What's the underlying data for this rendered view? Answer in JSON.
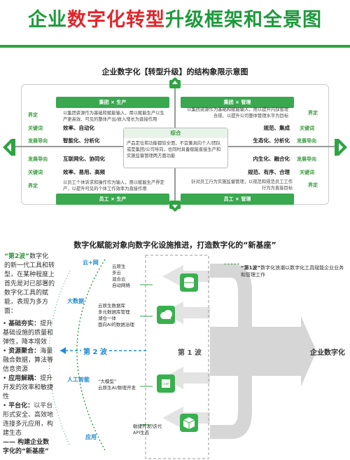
{
  "header": {
    "title_part1": "企业",
    "title_red": "数字化转型",
    "title_part2": "升级框架和全景图"
  },
  "top_section": {
    "subtitle": "企业数字化【转型升级】的结构象限示意图",
    "quadrants": {
      "top_left": {
        "bar": "集团 × 生产",
        "define_label": "界定",
        "define_text": "以集团资源作为基础和赋能输入，用以赋能生产以生产更高效、可见的整体产出/收入增长为直接作用",
        "keyword_label": "关键词",
        "keyword_text": "效率、自动化",
        "direction_label": "发展导向",
        "direction_text": "智能化、分析化"
      },
      "top_right": {
        "bar": "集团 × 管理",
        "define_label": "界定",
        "define_text": "以集团资源作为基础和赋能输入，用以提升内部管理合规、以提升公司整体管理水平为目标",
        "keyword_label": "关键词",
        "keyword_text": "规范、集成",
        "direction_label": "发展导向",
        "direction_text": "生态化、分析化"
      },
      "bottom_left": {
        "bar": "员工 × 生产",
        "direction_label": "发展导向",
        "direction_text": "互联网化、协同化",
        "keyword_label": "关键词",
        "keyword_text": "效率、易用、高频",
        "define_label": "界定",
        "define_text": "以员工个体诉求和操作作为输入，用以赋能生产界定产，以提升可见的个体工作效率为直接作用"
      },
      "bottom_right": {
        "bar": "员工 × 管理",
        "direction_label": "发展导向",
        "direction_text": "内生化、融合化",
        "keyword_label": "关键词",
        "keyword_text": "规范、有序、合理",
        "define_label": "界定",
        "define_text": "针对员工行为实施监督管理，以规范和规范员工工作行为为直接目标"
      }
    },
    "center": {
      "heading": "综合",
      "text": "产品定位和功能都较全面，不宜兼具向个人/团队或是集团/公司导向，也同时具备赋能直接生产和实施监督管理两方面功能"
    }
  },
  "bottom_section": {
    "subtitle": "数字化赋能对象向数字化设施推进，打造数字化的“新基座”",
    "wave2_intro_quote": "“第2波”",
    "wave2_intro_rest": "数字化的新一代工具和转型，在某种程度上首先是对已部署的数字化工具的赋能，表现为多方面：",
    "bullets": [
      {
        "head": "基础夯实：",
        "text": "提升基础设施的质量和弹性，降本增效"
      },
      {
        "head": "资源聚合：",
        "text": "海量融合数据，算法等信息资源"
      },
      {
        "head": "应用解耦：",
        "text": "提升开发的效率和敏捷性"
      },
      {
        "head": "平台化：",
        "text": "以平台形式安全、高效地连接多元应用，构建生态"
      }
    ],
    "wave2_conclusion": "—— 构建企业数字化的“新基座”",
    "wave2_label": "第 2 波",
    "wave1_label": "第 1 波",
    "target": "企业数字化",
    "wave1_note_quote": "“第1波”",
    "wave1_note_rest": "数字化浪潮以数字化工具赋能企业业务和管理工作",
    "categories": [
      {
        "name": "云+网",
        "items": [
          "云原生",
          "多云",
          "混合云",
          "自动网络"
        ]
      },
      {
        "name": "大数据",
        "items": [
          "云原生数据库",
          "多元数据库管理",
          "湖仓一体",
          "面向AI的数据治理"
        ]
      },
      {
        "name": "人工智能",
        "items": [
          "“大模型”",
          "云原生AI/数理开发"
        ]
      },
      {
        "name": "应用",
        "items": [
          "敏捷开发/迭代",
          "API生态"
        ]
      }
    ],
    "icons": [
      "database-icon",
      "cloud-icon",
      "chip-icon",
      "cube-icon"
    ]
  }
}
